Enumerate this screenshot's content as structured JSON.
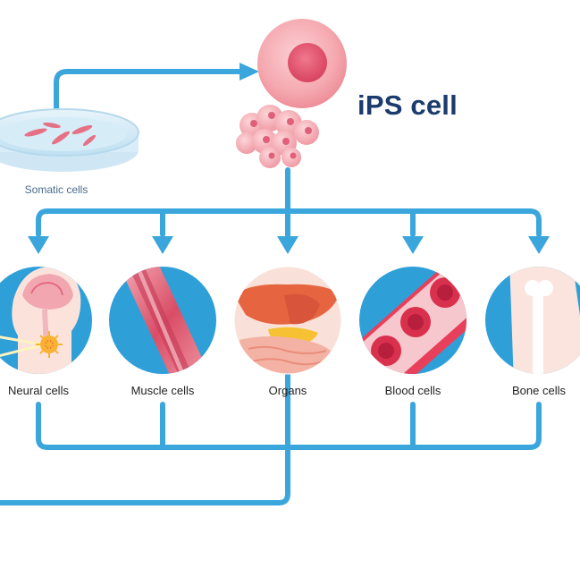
{
  "title": "iPS cell",
  "source_label": "Somatic cells",
  "cell_types": [
    {
      "label": "Neural cells",
      "icon": "neural-cells-icon"
    },
    {
      "label": "Muscle cells",
      "icon": "muscle-cells-icon"
    },
    {
      "label": "Organs",
      "icon": "organs-icon"
    },
    {
      "label": "Blood cells",
      "icon": "blood-cells-icon"
    },
    {
      "label": "Bone cells",
      "icon": "bone-cells-icon"
    }
  ],
  "colors": {
    "arrow": "#3aa6dc",
    "circle_bg": "#2f9fd8",
    "title": "#1b3a6d",
    "cell_pink": "#f29aa6",
    "nucleus": "#e0506e"
  }
}
